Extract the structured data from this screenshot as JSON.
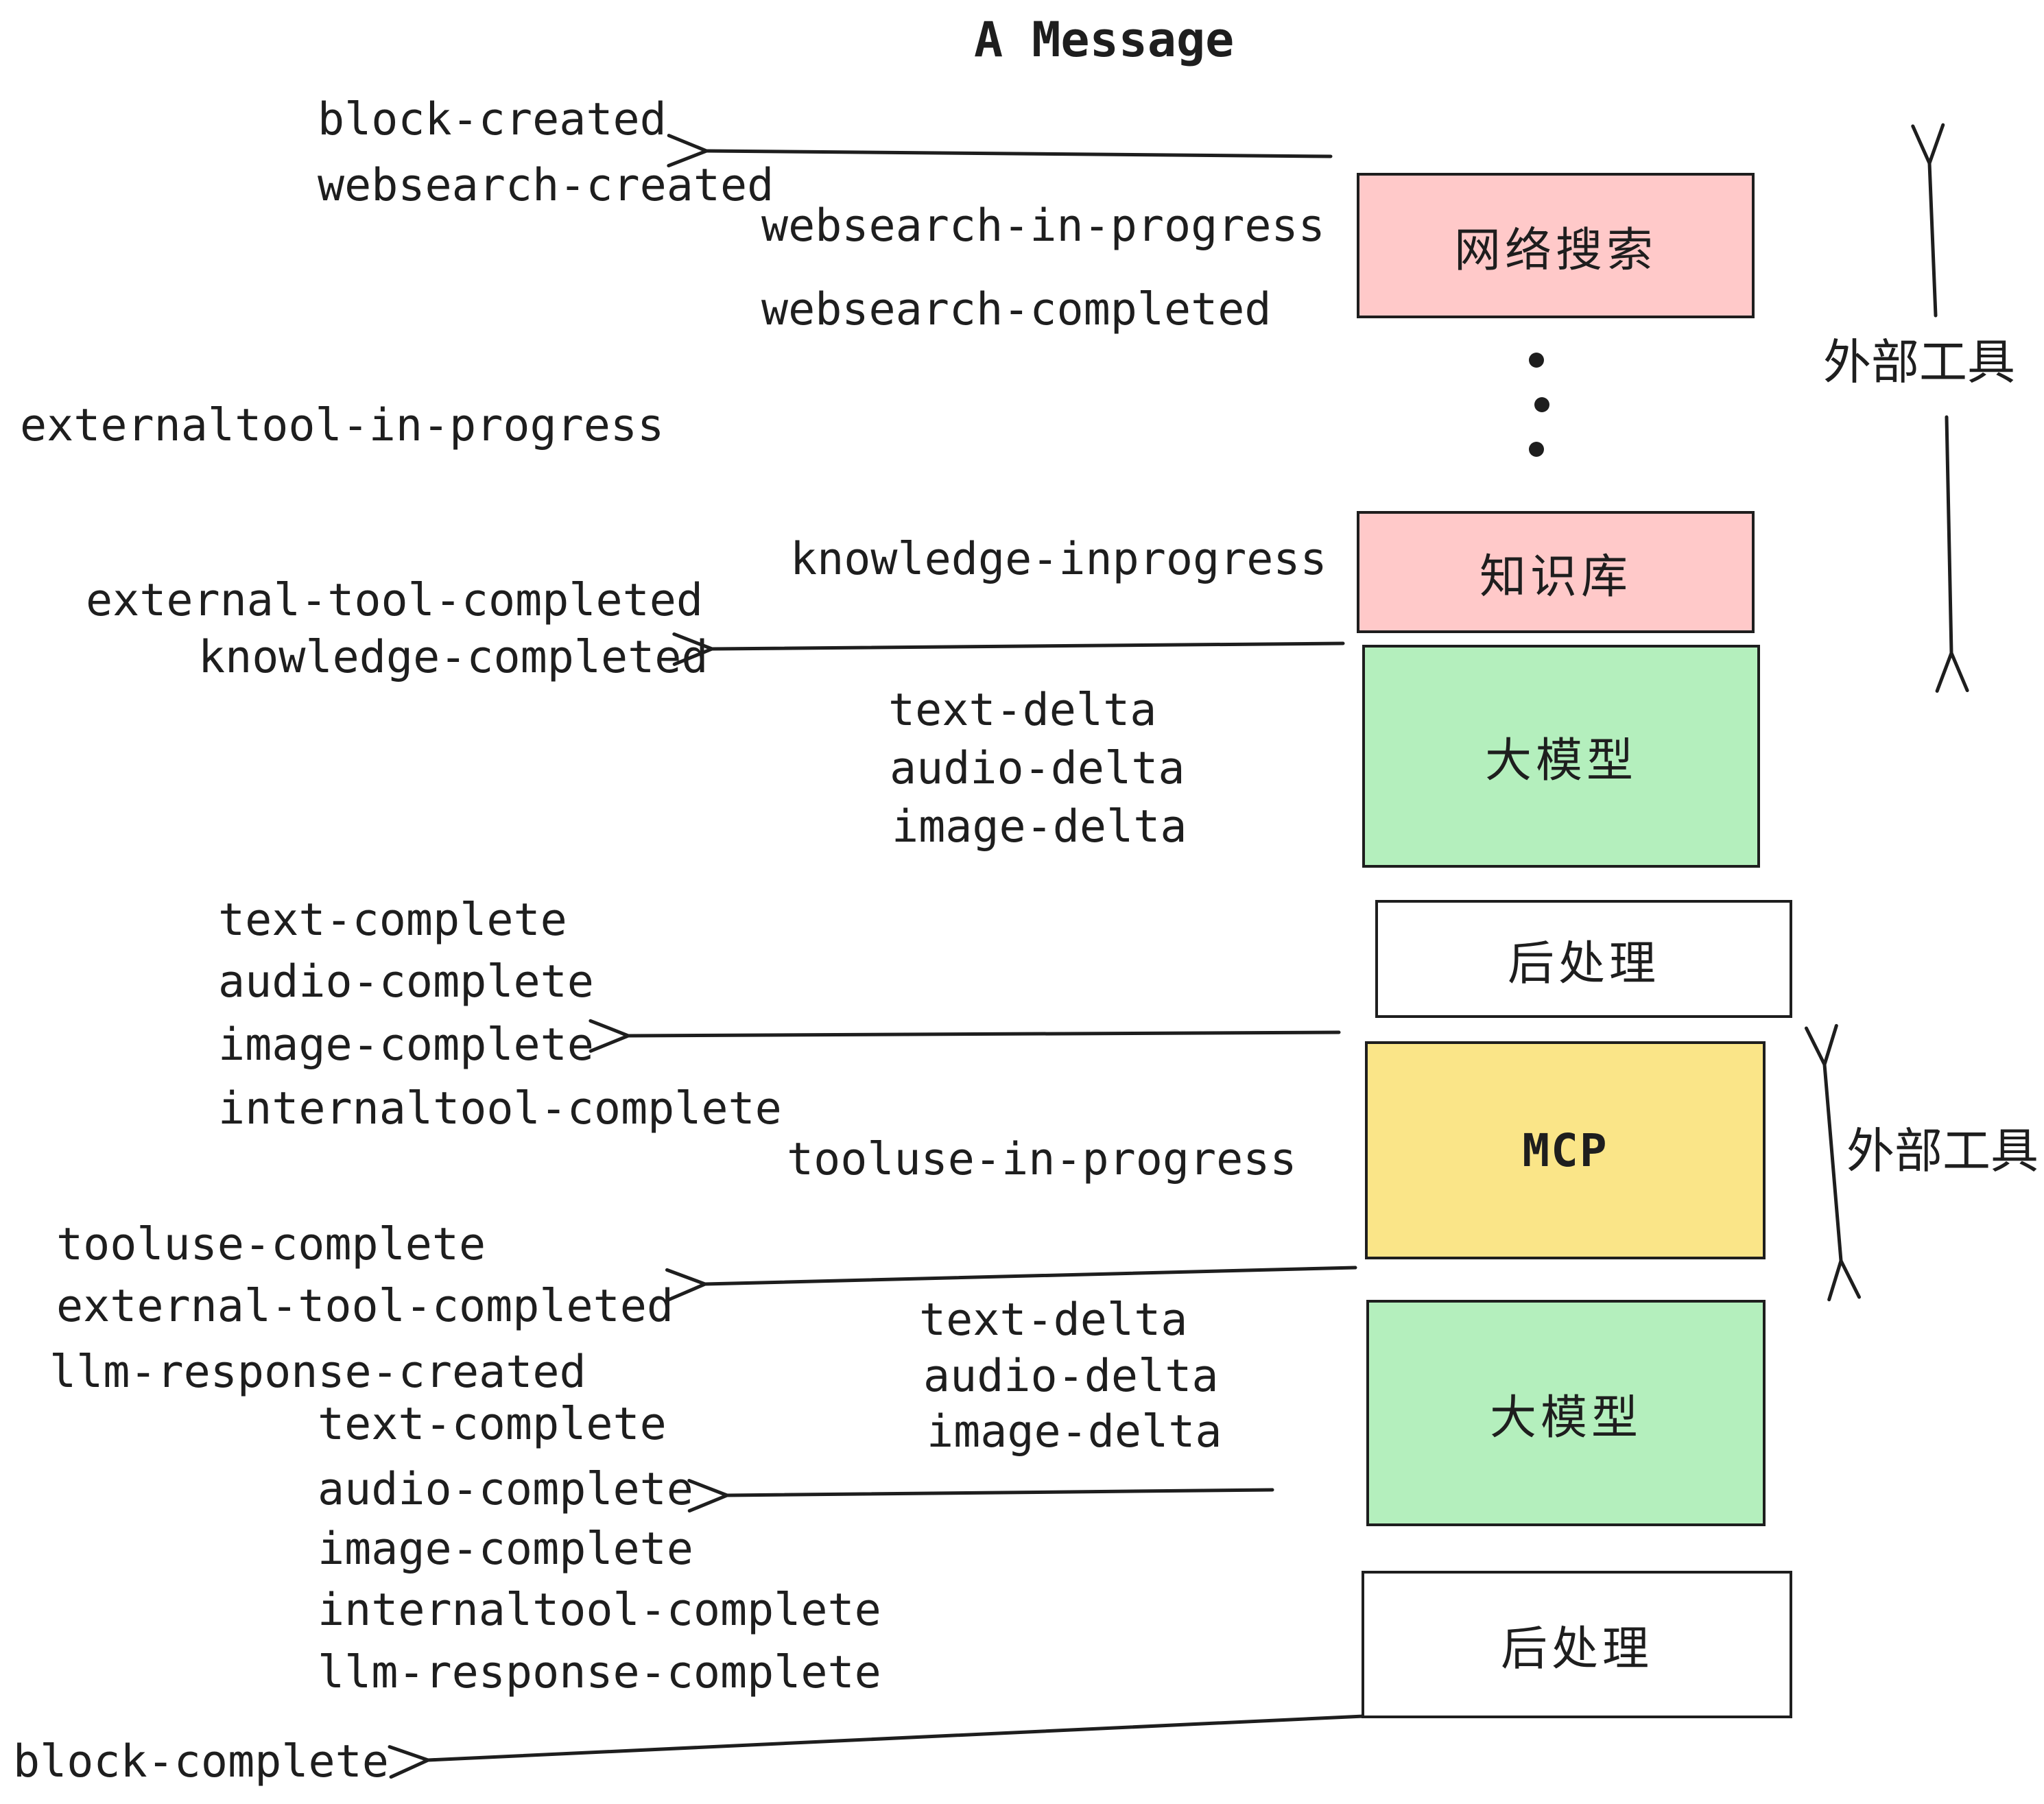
{
  "title": "A Message",
  "colors": {
    "stroke": "#1e1e1e",
    "box_pink": "#ffc9c9",
    "box_green": "#b4efbd",
    "box_yellow": "#fae588",
    "box_white": "#ffffff"
  },
  "boxes": [
    {
      "label": "网络搜索"
    },
    {
      "label": "知识库"
    },
    {
      "label": "大模型"
    },
    {
      "label": "后处理"
    },
    {
      "label": "MCP"
    },
    {
      "label": "大模型"
    },
    {
      "label": "后处理"
    }
  ],
  "events": [
    {
      "label": "block-created"
    },
    {
      "label": "websearch-created"
    },
    {
      "label": "websearch-in-progress"
    },
    {
      "label": "websearch-completed"
    },
    {
      "label": "externaltool-in-progress"
    },
    {
      "label": "knowledge-inprogress"
    },
    {
      "label": "external-tool-completed"
    },
    {
      "label": "knowledge-completed"
    },
    {
      "label": "text-delta"
    },
    {
      "label": "audio-delta"
    },
    {
      "label": "image-delta"
    },
    {
      "label": "text-complete"
    },
    {
      "label": "audio-complete"
    },
    {
      "label": "image-complete"
    },
    {
      "label": "internaltool-complete"
    },
    {
      "label": "tooluse-in-progress"
    },
    {
      "label": "tooluse-complete"
    },
    {
      "label": "external-tool-completed"
    },
    {
      "label": "llm-response-created"
    },
    {
      "label": "text-delta"
    },
    {
      "label": "audio-delta"
    },
    {
      "label": "image-delta"
    },
    {
      "label": "text-complete"
    },
    {
      "label": "audio-complete"
    },
    {
      "label": "image-complete"
    },
    {
      "label": "internaltool-complete"
    },
    {
      "label": "llm-response-complete"
    },
    {
      "label": "block-complete"
    }
  ],
  "side_labels": [
    {
      "label": "外部工具"
    },
    {
      "label": "外部工具"
    }
  ]
}
